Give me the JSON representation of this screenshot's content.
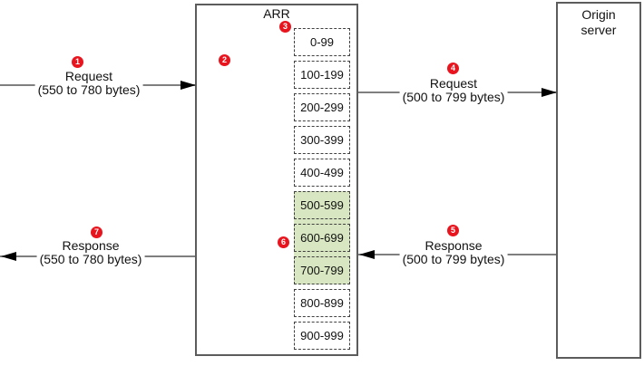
{
  "arr": {
    "title": "ARR"
  },
  "origin": {
    "title_line1": "Origin",
    "title_line2": "server"
  },
  "ranges": [
    {
      "label": "0-99",
      "highlighted": false
    },
    {
      "label": "100-199",
      "highlighted": false
    },
    {
      "label": "200-299",
      "highlighted": false
    },
    {
      "label": "300-399",
      "highlighted": false
    },
    {
      "label": "400-499",
      "highlighted": false
    },
    {
      "label": "500-599",
      "highlighted": true
    },
    {
      "label": "600-699",
      "highlighted": true
    },
    {
      "label": "700-799",
      "highlighted": true
    },
    {
      "label": "800-899",
      "highlighted": false
    },
    {
      "label": "900-999",
      "highlighted": false
    }
  ],
  "flows": {
    "request_client_to_arr": {
      "label": "Request",
      "detail": "(550 to 780 bytes)"
    },
    "request_arr_to_origin": {
      "label": "Request",
      "detail": "(500 to 799 bytes)"
    },
    "response_origin_to_arr": {
      "label": "Response",
      "detail": "(500 to 799 bytes)"
    },
    "response_arr_to_client": {
      "label": "Response",
      "detail": "(550 to 780 bytes)"
    }
  },
  "markers": {
    "m1": "1",
    "m2": "2",
    "m3": "3",
    "m4": "4",
    "m5": "5",
    "m6": "6",
    "m7": "7"
  },
  "colors": {
    "highlight": "#d8e7c1",
    "marker_red": "#e8141e",
    "line_gray": "#7f7f7f",
    "box_border": "#5c5c5c",
    "dash_border": "#404040"
  }
}
